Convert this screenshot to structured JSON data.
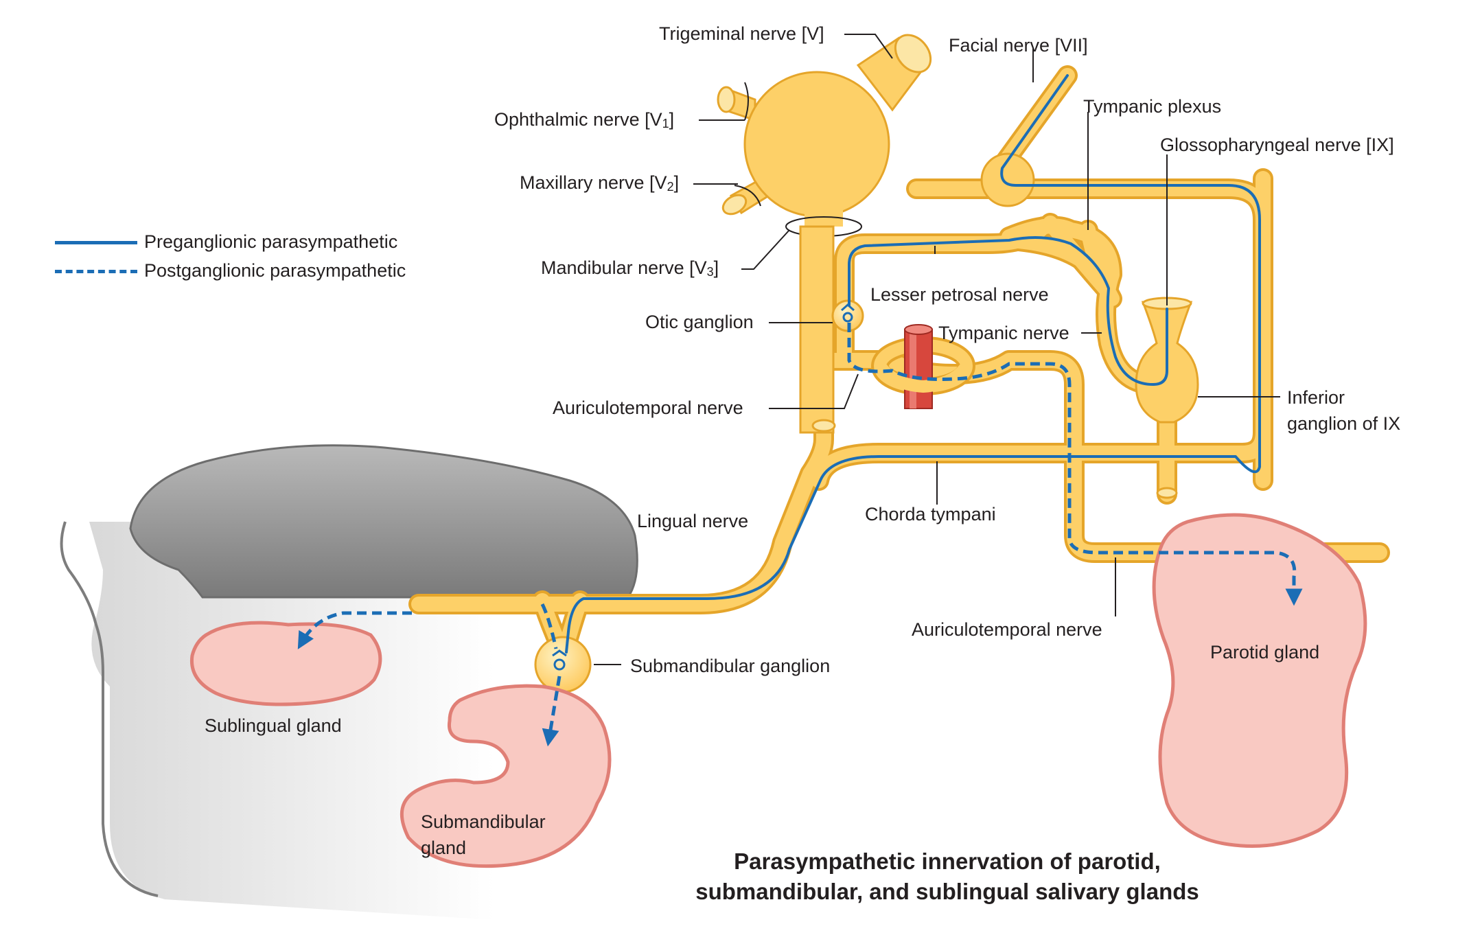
{
  "legend": {
    "preganglionic": "Preganglionic parasympathetic",
    "postganglionic": "Postganglionic parasympathetic"
  },
  "labels": {
    "trigeminal": "Trigeminal nerve [V]",
    "ophthalmic": "Ophthalmic nerve [V",
    "ophthalmic_sub": "1",
    "ophthalmic_end": "]",
    "maxillary": "Maxillary nerve [V",
    "maxillary_sub": "2",
    "maxillary_end": "]",
    "mandibular": "Mandibular nerve [V",
    "mandibular_sub": "3",
    "mandibular_end": "]",
    "facial": "Facial nerve [VII]",
    "tympanic_plexus": "Tympanic plexus",
    "glossopharyngeal": "Glossopharyngeal nerve [IX]",
    "lesser_petrosal": "Lesser petrosal nerve",
    "otic_ganglion": "Otic ganglion",
    "tympanic_nerve": "Tympanic nerve",
    "auriculotemporal_1": "Auriculotemporal nerve",
    "inferior_ganglion_1": "Inferior",
    "inferior_ganglion_2": "ganglion of IX",
    "lingual": "Lingual nerve",
    "chorda_tympani": "Chorda tympani",
    "auriculotemporal_2": "Auriculotemporal nerve",
    "submandibular_ganglion": "Submandibular ganglion",
    "sublingual_gland": "Sublingual gland",
    "submandibular_gland_1": "Submandibular",
    "submandibular_gland_2": "gland",
    "parotid_gland": "Parotid gland"
  },
  "title": {
    "line1": "Parasympathetic innervation of parotid,",
    "line2": "submandibular, and sublingual salivary glands"
  },
  "colors": {
    "nerve_fill": "#fdd068",
    "nerve_edge": "#e5a52a",
    "preganglionic": "#1b6db5",
    "gland_fill": "#f9c9c2",
    "gland_edge": "#e07f76",
    "artery": "#d7473d",
    "tongue": "#9c9c9c",
    "jaw": "#dedede"
  }
}
